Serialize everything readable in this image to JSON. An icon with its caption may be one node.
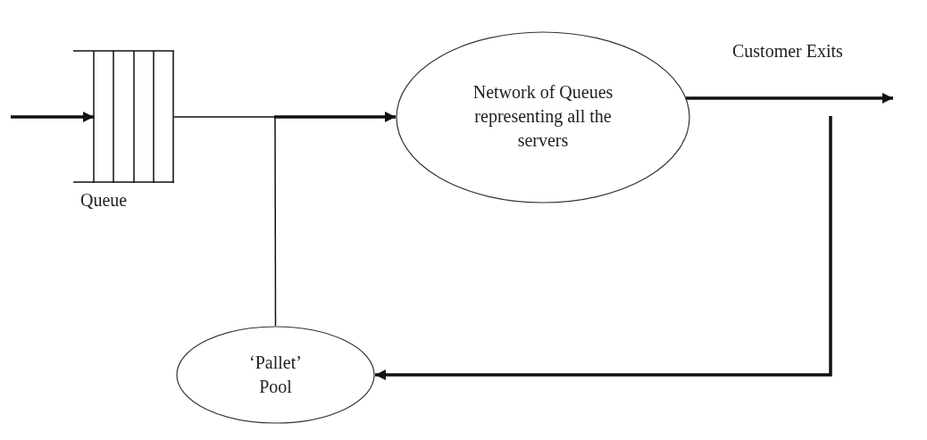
{
  "diagram": {
    "nodes": [
      {
        "text": [],
        "shape": "box",
        "beside": [
          "Queue"
        ]
      },
      {
        "text": [
          "Network of Queues representing all the servers"
        ]
      },
      {
        "text": [
          "‘Pallet’ Pool"
        ]
      }
    ],
    "edges": [
      {
        "from": null,
        "to": 0,
        "arrow": "to"
      },
      {
        "from": 0,
        "to": 1,
        "arrow": "to"
      },
      {
        "from": 2,
        "to": 1,
        "arrow": "to"
      },
      {
        "from": 1,
        "to": null,
        "arrow": "to",
        "label": "Customer Exits"
      },
      {
        "from": null,
        "to": 2,
        "arrow": "to"
      }
    ]
  }
}
